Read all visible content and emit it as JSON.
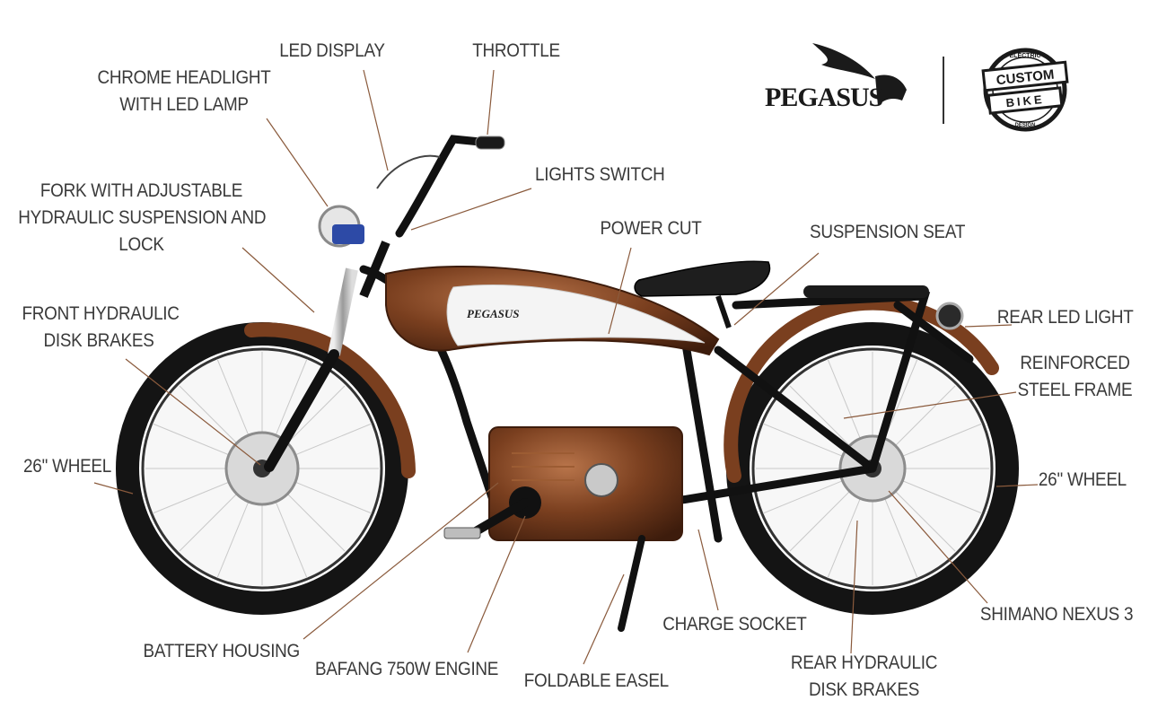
{
  "brand": {
    "pegasus_logo_text": "PEGASUS",
    "badge_top": "ELECTRIC",
    "badge_line1": "CUSTOM",
    "badge_line2": "BIKE",
    "badge_bottom": "DESIGN",
    "tank_logo_text": "PEGASUS"
  },
  "colors": {
    "copper": "#7a3f1f",
    "frame": "#111111",
    "leader": "#8a5a3c",
    "label_text": "#3a3a3a"
  },
  "labels": {
    "led_display": "LED DISPLAY",
    "throttle": "THROTTLE",
    "chrome_headlight": [
      "CHROME HEADLIGHT",
      "WITH LED LAMP"
    ],
    "fork": [
      "FORK WITH ADJUSTABLE",
      "HYDRAULIC SUSPENSION AND",
      "LOCK"
    ],
    "lights_switch": "LIGHTS SWITCH",
    "power_cut": "POWER CUT",
    "suspension_seat": "SUSPENSION SEAT",
    "front_brakes": [
      "FRONT HYDRAULIC",
      "DISK BRAKES"
    ],
    "rear_led_light": "REAR LED LIGHT",
    "reinforced_frame": [
      "REINFORCED",
      "STEEL FRAME"
    ],
    "front_wheel": "26'' WHEEL",
    "rear_wheel": "26'' WHEEL",
    "shimano": "SHIMANO NEXUS 3",
    "charge_socket": "CHARGE SOCKET",
    "battery_housing": "BATTERY HOUSING",
    "engine": "BAFANG 750W ENGINE",
    "easel": "FOLDABLE EASEL",
    "rear_brakes": [
      "REAR HYDRAULIC",
      "DISK BRAKES"
    ]
  }
}
